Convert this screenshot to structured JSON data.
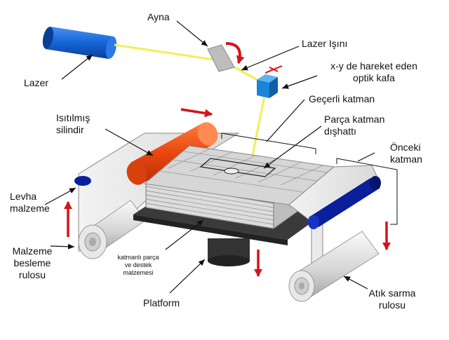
{
  "labels": {
    "laser": "Lazer",
    "mirror": "Ayna",
    "laser_beam": "Lazer Işını",
    "optical_head": [
      "x-y de hareket eden",
      "optik kafa"
    ],
    "current_layer": "Geçerli katman",
    "part_outline": [
      "Parça katman",
      "dışhattı"
    ],
    "heated_roller": [
      "Isıtılmış",
      "silindir"
    ],
    "previous_layer": [
      "Önceki",
      "katman"
    ],
    "sheet_material": [
      "Levha",
      "malzeme"
    ],
    "feed_roll": [
      "Malzeme",
      "besleme",
      "rulosu"
    ],
    "layered_part": [
      "katmanlı parça",
      "ve destek",
      "malzemesi"
    ],
    "platform": "Platform",
    "takeup_roll": [
      "Atık sarma",
      "rulosu"
    ]
  },
  "colors": {
    "laser": "#1565d8",
    "beam": "#f2ee55",
    "roller": "#e8460f",
    "arrow": "#d8121a",
    "head": "#1c84d6",
    "dark_roller": "#0a1f9c",
    "platform": "#333333"
  }
}
